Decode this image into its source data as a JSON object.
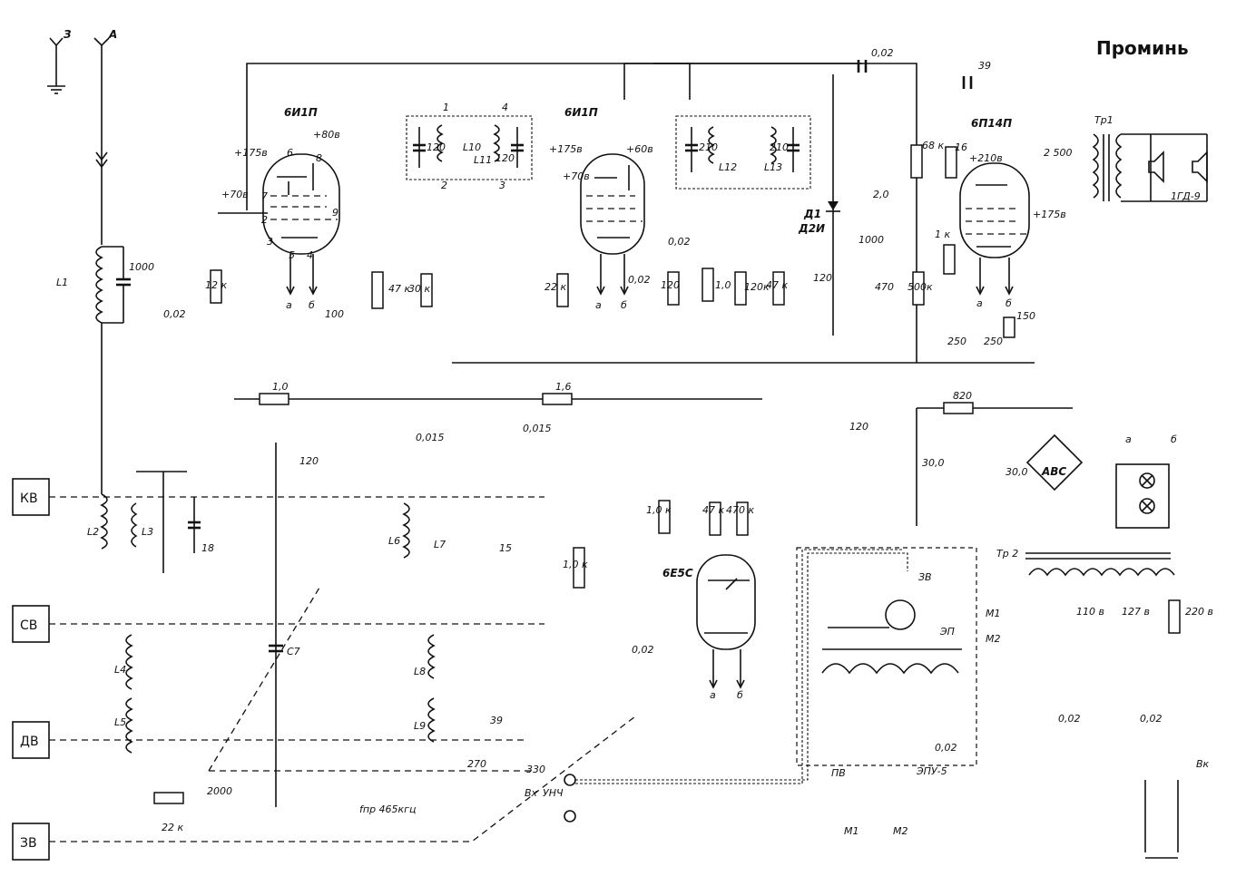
{
  "title": "Проминь",
  "bands": [
    "КВ",
    "СВ",
    "ДВ",
    "ЗВ"
  ],
  "tubes": {
    "v1": "6И1П",
    "v2": "6И1П",
    "v3": "6П14П",
    "v4": "6Е5С"
  },
  "antenna": {
    "ground": "З",
    "antenna": "А"
  },
  "coils": {
    "l1": "L1",
    "l2": "L2",
    "l3": "L3",
    "l4": "L4",
    "l5": "L5",
    "l6": "L6",
    "l7": "L7",
    "l8": "L8",
    "l9": "L9",
    "l10": "L10",
    "l11": "L11",
    "l12": "L12",
    "l13": "L13"
  },
  "capacitors": {
    "c_l1": "1000",
    "c_in": "0,02",
    "c_if1a": "120",
    "c_if1b": "120",
    "c_if2a": "210",
    "c_if2b": "210",
    "c_top": "0,02",
    "c_39": "39",
    "c_2500": "2 500",
    "c_120_r": "120",
    "c_1000_d": "1000",
    "c_470": "470",
    "c_250a": "250",
    "c_250b": "250",
    "c_002b": "0,02",
    "c_002c": "0,02",
    "c_0015": "0,015",
    "c_0015b": "0,015",
    "c_120_b": "120",
    "c_120_c": "120",
    "c_18": "18",
    "c_15": "15",
    "c_39b": "39",
    "c_270": "270",
    "c_330": "330",
    "c_2000": "2000",
    "c_300a": "30,0",
    "c_300b": "30,0",
    "c_002d": "0,02",
    "c_002e": "0,02",
    "c_002f": "0,02",
    "c_002g": "0,02",
    "c_c7": "С7",
    "c_100": "100"
  },
  "resistors": {
    "r_12k": "12 к",
    "r_47k": "47 к",
    "r_30k": "30 к",
    "r_22k": "22 к",
    "r_120": "120",
    "r_10": "1,0",
    "r_120k": "120к",
    "r_47kb": "47 к",
    "r_68k": "68 к",
    "r_16": "16",
    "r_1k": "1 к",
    "r_500k": "500к",
    "r_150": "150",
    "r_20": "2,0",
    "r_10b": "1,0",
    "r_16b": "1,6",
    "r_820": "820",
    "r_10k": "1,0 к",
    "r_10kb": "1,0 к",
    "r_47kc": "47 к",
    "r_470k": "470 к",
    "r_22kb": "22 к"
  },
  "voltages": {
    "v1_plate": "+175в",
    "v1_screen": "+80в",
    "v1_g": "+70в",
    "v2_plate": "+175в",
    "v2_screen": "+60в",
    "v2_g": "+70в",
    "v3_screen": "+210в",
    "v3_plate": "+175в"
  },
  "pins": {
    "p1": "1",
    "p2": "2",
    "p3": "3",
    "p4": "4",
    "p5": "5",
    "p6": "6",
    "p7": "7",
    "p8": "8",
    "p9": "9"
  },
  "misc": {
    "diode": "Д1",
    "diode_type": "Д2И",
    "abc": "АВС",
    "tr1": "Тр1",
    "tr2": "Тр 2",
    "speaker": "1ГД-9",
    "ep": "ЭП",
    "epu": "ЭПУ-5",
    "pv": "ПВ",
    "zv": "ЗВ",
    "m1": "М1",
    "m2": "М2",
    "m1b": "М1",
    "m2b": "М2",
    "vk": "Вк",
    "vx": "Вх",
    "unch": "УНЧ",
    "fpr": "fпр 465кгц",
    "v110": "110 в",
    "v127": "127 в",
    "v220": "220 в",
    "a": "а",
    "b": "б",
    "pwr_a": "а",
    "pwr_b": "б"
  }
}
